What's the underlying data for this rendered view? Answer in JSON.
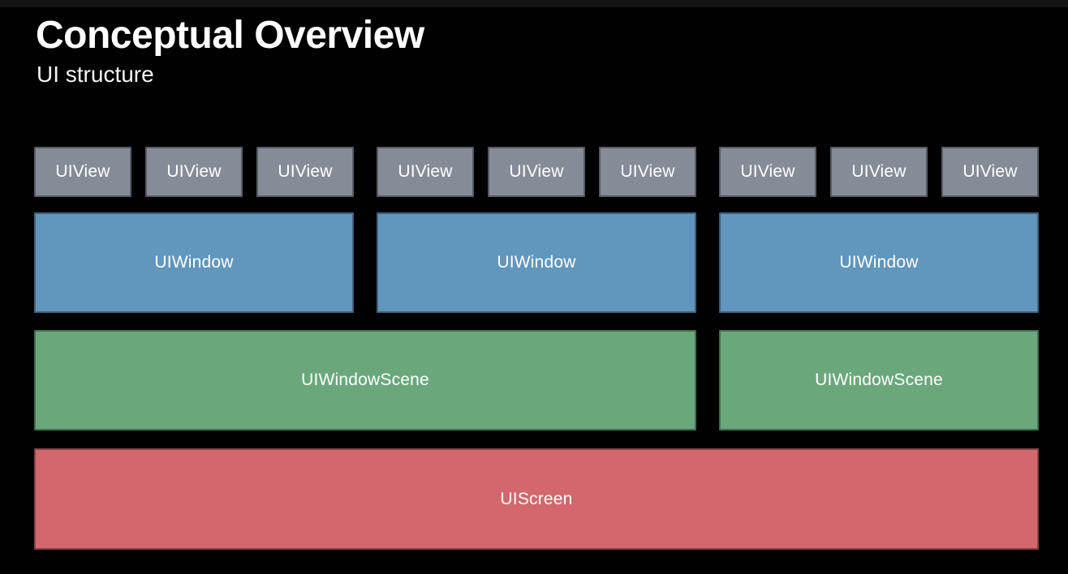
{
  "slide": {
    "title": "Conceptual Overview",
    "subtitle": "UI structure"
  },
  "colors": {
    "background": "#000000",
    "uiview_fill": "#858C98",
    "uiwindow_fill": "#6196BD",
    "uiwindowscene_fill": "#6AA87C",
    "uiscreen_fill": "#D2686D",
    "label_text": "#FFFFFF"
  },
  "diagram": {
    "groups": [
      {
        "views": [
          "UIView",
          "UIView",
          "UIView"
        ],
        "window": "UIWindow"
      },
      {
        "views": [
          "UIView",
          "UIView",
          "UIView"
        ],
        "window": "UIWindow"
      },
      {
        "views": [
          "UIView",
          "UIView",
          "UIView"
        ],
        "window": "UIWindow"
      }
    ],
    "scenes": [
      "UIWindowScene",
      "UIWindowScene"
    ],
    "screen": "UIScreen"
  }
}
